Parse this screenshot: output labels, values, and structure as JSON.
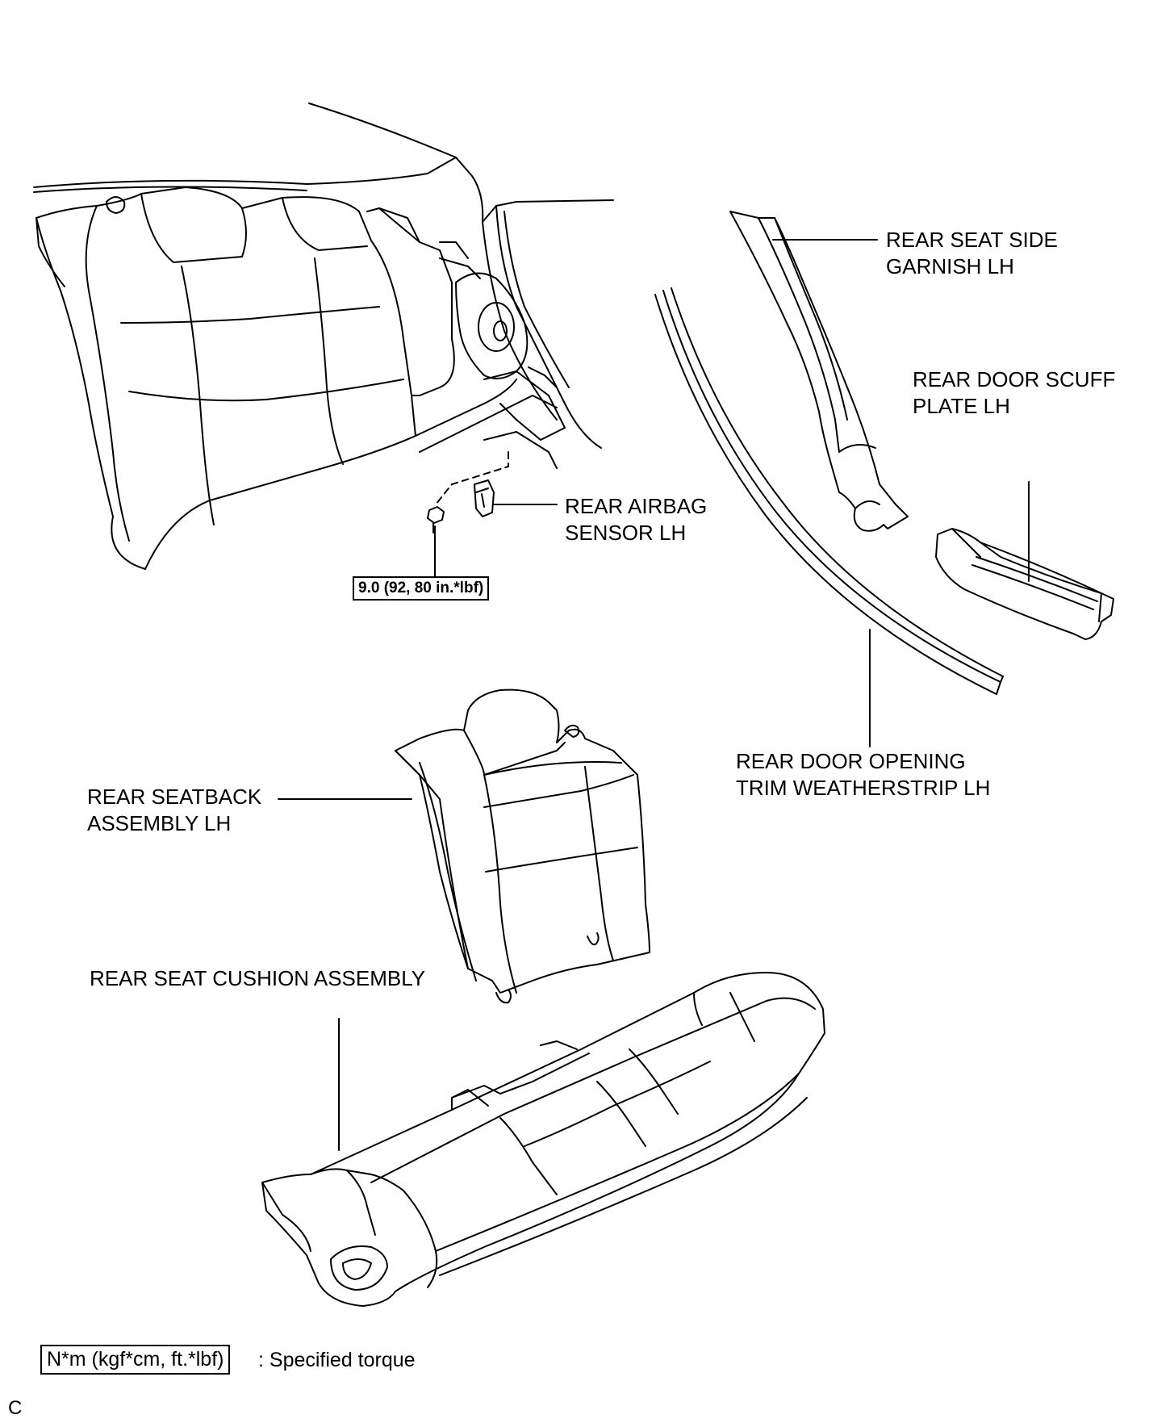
{
  "labels": {
    "rear_seat_side_garnish": [
      "REAR SEAT SIDE",
      "GARNISH LH"
    ],
    "rear_door_scuff_plate": [
      "REAR DOOR SCUFF",
      "PLATE LH"
    ],
    "rear_airbag_sensor": [
      "REAR AIRBAG",
      "SENSOR LH"
    ],
    "rear_door_opening_trim": [
      "REAR DOOR OPENING",
      "TRIM WEATHERSTRIP LH"
    ],
    "rear_seatback_assembly": [
      "REAR SEATBACK",
      "ASSEMBLY LH"
    ],
    "rear_seat_cushion_assembly": "REAR SEAT CUSHION ASSEMBLY"
  },
  "torque_value": "9.0 (92, 80 in.*lbf)",
  "legend": {
    "unit_box": "N*m (kgf*cm, ft.*lbf)",
    "description": ": Specified torque"
  },
  "corner_code": "C"
}
